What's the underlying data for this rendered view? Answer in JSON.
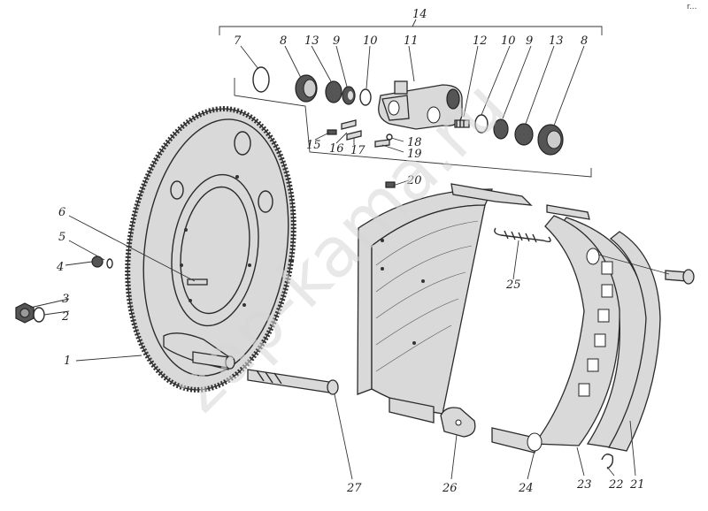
{
  "watermark": "zap-kama.ru",
  "corner_mark": "r...",
  "labels": {
    "l1": "1",
    "l2": "2",
    "l3": "3",
    "l4": "4",
    "l5": "5",
    "l6": "6",
    "l7": "7",
    "l8a": "8",
    "l13a": "13",
    "l9a": "9",
    "l10a": "10",
    "l11": "11",
    "l12": "12",
    "l10b": "10",
    "l9b": "9",
    "l13b": "13",
    "l8b": "8",
    "l14": "14",
    "l15": "15",
    "l16": "16",
    "l17": "17",
    "l18": "18",
    "l19": "19",
    "l20": "20",
    "l21": "21",
    "l22": "22",
    "l23": "23",
    "l24": "24",
    "l25": "25",
    "l26": "26",
    "l27": "27"
  }
}
